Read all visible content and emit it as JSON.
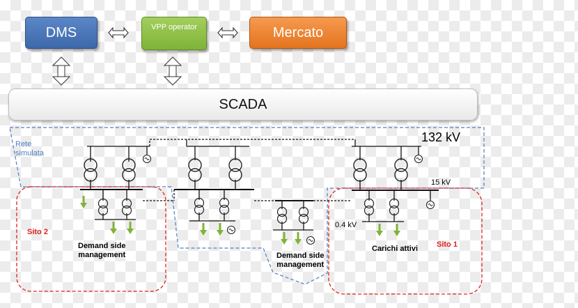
{
  "boxes": {
    "dms": "DMS",
    "vpp": "VPP operator",
    "mercato": "Mercato",
    "scada": "SCADA"
  },
  "labels": {
    "voltage_132": "132 kV",
    "rete_line1": "Rete",
    "rete_line2": "simulata",
    "voltage_15": "15 kV",
    "voltage_04": "0.4 kV",
    "sito_2": "Sito 2",
    "sito_1": "Sito 1",
    "dsm_1_line1": "Demand side",
    "dsm_1_line2": "management",
    "dsm_2_line1": "Demand side",
    "dsm_2_line2": "management",
    "carichi_attivi": "Carichi attivi"
  },
  "colors": {
    "dms": "#4a78bd",
    "vpp": "#8dc044",
    "mercato": "#ef8432",
    "rete_outline": "#4f7ec1",
    "sito_outline": "#e0201c",
    "load_arrow": "#7fb338"
  },
  "icons": [
    "double-arrow-icon",
    "transformer-icon",
    "generator-icon",
    "load-arrow-icon"
  ]
}
